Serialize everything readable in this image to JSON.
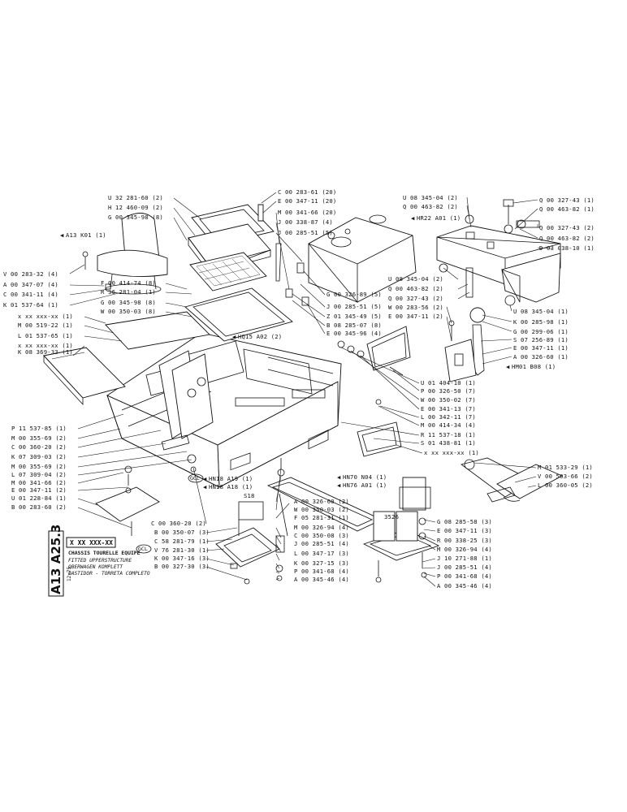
{
  "refs": {
    "seat": "A13 K01 (1)",
    "hr22": "HR22 A01 (1)",
    "hq15": "HQ15 A02 (2)",
    "hm01": "HM01 B08 (1)",
    "hn18a": "HN18 A19 (1)",
    "hn18b": "HN18 A18 (1)",
    "hn70": "HN70 N04 (1)",
    "hn76": "HN76 A01 (1)",
    "gcl_top": "GCL",
    "gcl_bot": "GCL"
  },
  "tags": {
    "s18": "S18",
    "s526": "3526"
  },
  "title_block": {
    "drawing_no": "A13 A25.3",
    "part_no": "X XX XXX-XX",
    "fr": "CHASSIS TOURELLE EQUIPE",
    "en": "FITTED UPPERSTRUCTURE",
    "de": "OBERWAGEN KOMPLETT",
    "es": "BASTIDOR - TORRETA COMPLETO",
    "date": "12-75"
  },
  "labels_left": [
    "V 00 283-32 (4)",
    "A 00 347-07 (4)",
    "C 00 341-11 (4)",
    "K 01 537-64 (1)",
    "x xx xxx-xx (1)",
    "M 00 519-22 (1)",
    "L 01 537-65 (1)",
    "x xx xxx-xx (1)",
    "K 08 369-33 (1)"
  ],
  "labels_topmid": [
    "U 32 281-60 (2)",
    "H 12 460-09 (2)",
    "G 00 345-98 (8)"
  ],
  "labels_midleft": [
    "F 00 414-74 (8)",
    "R 36 281-04 (1)",
    "G 00 345-98 (8)",
    "W 00 350-03 (8)"
  ],
  "labels_topcenter": [
    "C 00 283-61 (20)",
    "E 00 347-11 (20)",
    "M 00 341-66 (20)",
    "J 00 338-87 (4)",
    "J 00 285-51 (5)"
  ],
  "labels_center": [
    "G 00 326-89 (5)",
    "J 00 285-51 (5)",
    "Z 01 345-49 (5)",
    "B 08 285-07 (8)",
    "E 00 345-96 (4)"
  ],
  "labels_topright_a": [
    "U 08 345-04 (2)",
    "Q 00 463-82 (2)"
  ],
  "labels_topright_b": [
    "Q 00 327-43 (1)",
    "Q 00 463-82 (1)",
    "Q 00 327-43 (2)",
    "Q 00 463-82 (2)",
    "D 03 038-10 (1)"
  ],
  "labels_midright_a": [
    "U 08 345-04 (2)",
    "Q 00 463-82 (2)",
    "Q 00 327-43 (2)",
    "W 00 283-56 (2)",
    "E 00 347-11 (2)"
  ],
  "labels_midright_b": [
    "U 08 345-04 (1)",
    "K 00 285-98 (1)",
    "G 00 299-06 (1)",
    "S 07 256-89 (1)",
    "E 00 347-11 (1)",
    "A 00 326-60 (1)"
  ],
  "labels_right_center": [
    "U 01 404-10 (1)",
    "P 00 326-50 (7)",
    "W 00 350-02 (7)",
    "E 00 341-13 (7)",
    "L 00 342-11 (7)",
    "M 00 414-34 (4)",
    "R 11 537-18 (1)",
    "S 01 438-81 (1)",
    "x xx xxx-xx (1)"
  ],
  "labels_left_lower": [
    "P 11 537-85 (1)",
    "M 00 355-69 (2)",
    "C 00 360-20 (2)",
    "K 07 309-03 (2)",
    "M 00 355-69 (2)",
    "L 07 309-04 (2)",
    "M 00 341-66 (2)",
    "E 00 347-11 (2)",
    "U 01 228-84 (1)",
    "B 00 283-60 (2)"
  ],
  "labels_bottom_left": [
    "C 00 360-20 (2)",
    "B 00 350-07 (3)",
    "C 58 281-79 (1)",
    "V 76 281-30 (1)",
    "K 00 347-16 (3)",
    "B 00 327-30 (3)"
  ],
  "labels_bottom_center": [
    "A 00 326-60 (2)",
    "W 00 350-03 (2)",
    "F 05 281-31 (1)",
    "M 00 326-94 (4)",
    "C 00 350-08 (3)",
    "J 00 285-51 (4)",
    "L 00 347-17 (3)",
    "K 00 327-15 (3)",
    "P 00 341-68 (4)",
    "A 00 345-46 (4)"
  ],
  "labels_bottom_right": [
    "G 08 285-58 (3)",
    "E 00 347-11 (3)",
    "R 00 338-25 (3)",
    "M 00 326-94 (4)",
    "J 10 271-88 (1)",
    "J 00 285-51 (4)",
    "P 00 341-68 (4)",
    "A 00 345-46 (4)"
  ],
  "labels_far_right": [
    "M 01 533-29 (1)",
    "V 00 503-66 (2)",
    "L 00 360-05 (2)"
  ]
}
